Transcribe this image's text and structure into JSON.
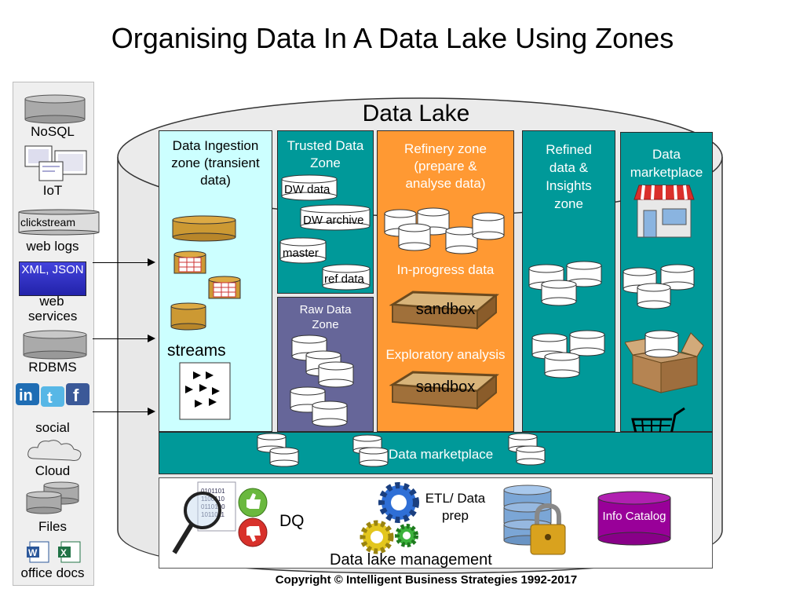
{
  "title": "Organising Data In A Data Lake Using Zones",
  "lake_label": "Data Lake",
  "sources": [
    {
      "label": "NoSQL",
      "icon": "nosql-cylinder-icon"
    },
    {
      "label": "IoT",
      "icon": "iot-screens-icon"
    },
    {
      "label": "web logs",
      "icon": "clickstream-cylinder-icon",
      "inner_label": "clickstream"
    },
    {
      "label": "web services",
      "icon": "xml-json-icon",
      "inner_label": "XML, JSON"
    },
    {
      "label": "RDBMS",
      "icon": "rdbms-cylinder-icon"
    },
    {
      "label": "social",
      "icon": "social-logos-icon"
    },
    {
      "label": "Cloud",
      "icon": "cloud-icon"
    },
    {
      "label": "Files",
      "icon": "files-cylinders-icon"
    },
    {
      "label": "office docs",
      "icon": "office-docs-icon"
    }
  ],
  "zones": {
    "ingestion": {
      "title": "Data Ingestion zone (transient data)",
      "streams_label": "streams",
      "color": "#ccffff"
    },
    "trusted": {
      "title": "Trusted Data Zone",
      "items": [
        "DW data",
        "DW archive",
        "master",
        "ref data"
      ],
      "color": "#009999"
    },
    "raw": {
      "title": "Raw Data Zone",
      "color": "#666699"
    },
    "refinery": {
      "title": "Refinery zone (prepare & analyse data)",
      "inprogress_label": "In-progress data",
      "sandbox_label": "sandbox",
      "exploratory_label": "Exploratory analysis",
      "color": "#ff9933"
    },
    "refined": {
      "title": "Refined data & Insights zone",
      "color": "#009999"
    },
    "marketplace": {
      "title": "Data marketplace",
      "color": "#009999"
    }
  },
  "marketplace_bar": {
    "label": "Data marketplace",
    "color": "#009999"
  },
  "management": {
    "label": "Data lake management",
    "dq_label": "DQ",
    "etl_label": "ETL/ Data prep",
    "catalog_label": "Info Catalog",
    "catalog_color": "#990099"
  },
  "copyright": "Copyright © Intelligent Business Strategies 1992-2017"
}
